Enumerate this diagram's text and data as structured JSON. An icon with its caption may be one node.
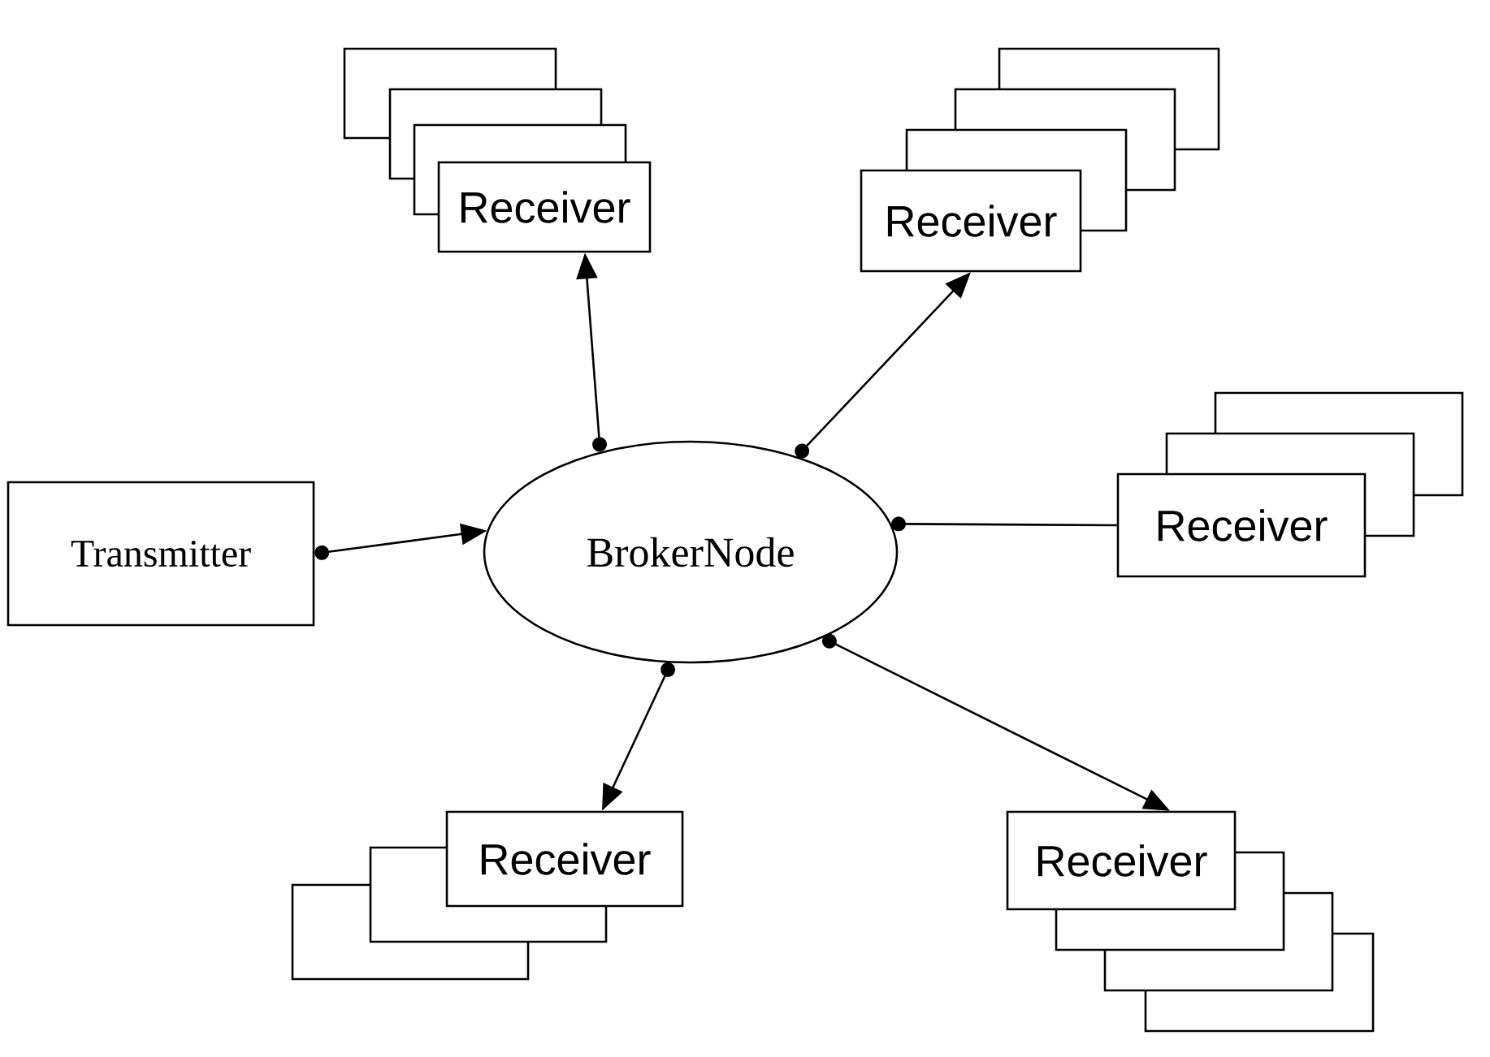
{
  "diagram": {
    "nodes": [
      {
        "text": [
          "Receiver"
        ]
      },
      {
        "text": [
          "Receiver"
        ]
      },
      {
        "text": [
          "Transmitter"
        ]
      },
      {
        "text": [
          "BrokerNode"
        ]
      },
      {
        "text": [
          "Receiver"
        ]
      },
      {
        "text": [
          "Receiver"
        ]
      },
      {
        "text": [
          "Receiver"
        ]
      }
    ],
    "edges": [
      {
        "from": 2,
        "to": 3,
        "arrow": "to"
      },
      {
        "from": 3,
        "to": 0,
        "arrow": "to"
      },
      {
        "from": 3,
        "to": 1,
        "arrow": "to"
      },
      {
        "from": 3,
        "to": 4,
        "arrow": "other"
      },
      {
        "from": 3,
        "to": 5,
        "arrow": "to"
      },
      {
        "from": 3,
        "to": 6,
        "arrow": "to"
      }
    ]
  }
}
